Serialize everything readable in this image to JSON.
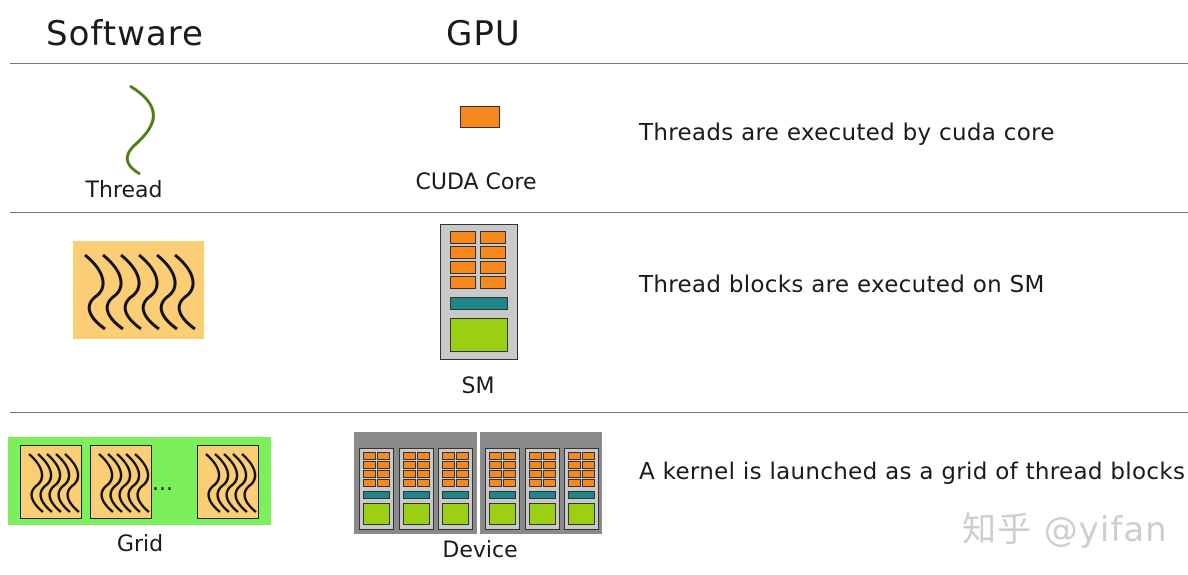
{
  "headers": {
    "software": "Software",
    "gpu": "GPU"
  },
  "rows": [
    {
      "software_label": "Thread",
      "gpu_label": "CUDA Core",
      "description": "Threads are executed by cuda core"
    },
    {
      "software_label": "",
      "gpu_label": "SM",
      "description": "Thread blocks are executed on SM"
    },
    {
      "software_label": "Grid",
      "gpu_label": "Device",
      "description": "A kernel is launched as a grid of thread blocks"
    }
  ],
  "grid_ellipsis": "...",
  "watermark": "知乎 @yifan",
  "colors": {
    "thread_green": "#4f7d17",
    "cuda_core_orange": "#f7891c",
    "block_yellow": "#fbcd74",
    "grid_green": "#7cf05a",
    "sm_gray": "#c9c9c9",
    "sm_teal": "#1f8787",
    "sm_lime": "#9bcf14",
    "device_gray": "#8a8a8a"
  }
}
